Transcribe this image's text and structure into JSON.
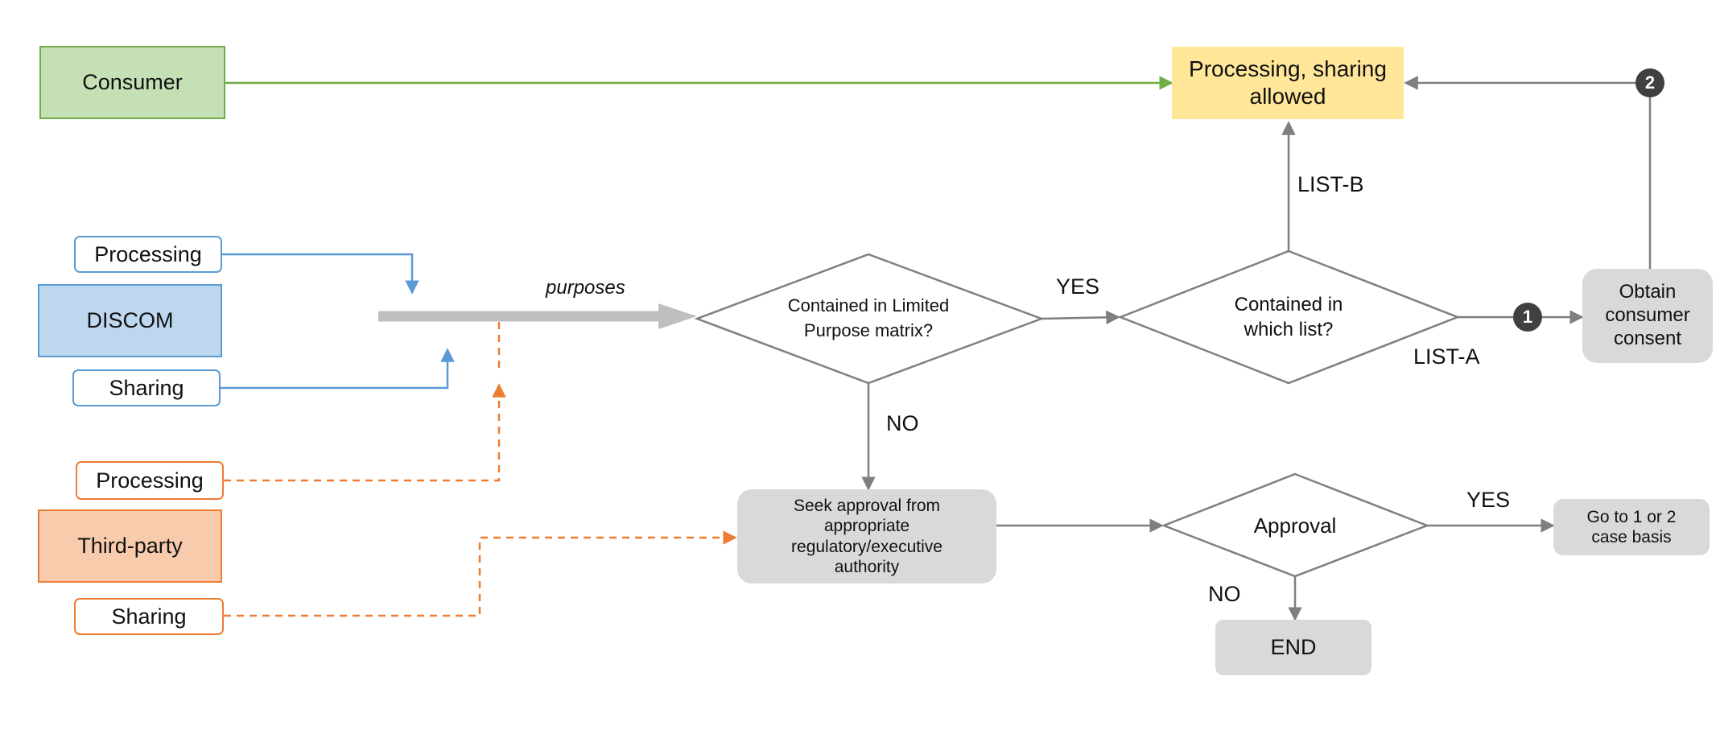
{
  "nodes": {
    "consumer": "Consumer",
    "discom": "DISCOM",
    "discom_processing": "Processing",
    "discom_sharing": "Sharing",
    "third_party": "Third-party",
    "third_processing": "Processing",
    "third_sharing": "Sharing",
    "processing_allowed": "Processing, sharing allowed",
    "limited_purpose_decision": "Contained in Limited Purpose matrix?",
    "which_list_decision": "Contained in which list?",
    "obtain_consent": "Obtain consumer consent",
    "seek_approval": "Seek approval from appropriate regulatory/executive authority",
    "approval_decision": "Approval",
    "goto_case": "Go to 1 or 2 case basis",
    "end": "END"
  },
  "labels": {
    "purposes": "purposes",
    "yes_limited": "YES",
    "no_limited": "NO",
    "list_b": "LIST-B",
    "list_a": "LIST-A",
    "yes_approval": "YES",
    "no_approval": "NO",
    "marker_1": "1",
    "marker_2": "2"
  },
  "colors": {
    "consumer_fill": "#c5e0b4",
    "consumer_stroke": "#70ad47",
    "discom_fill": "#bdd7ee",
    "discom_stroke": "#5b9bd5",
    "third_fill": "#f8cbad",
    "third_stroke": "#ed7d31",
    "allowed_fill": "#ffe699",
    "gray_fill": "#d9d9d9",
    "line_gray": "#7f7f7f",
    "marker_fill": "#404040"
  }
}
